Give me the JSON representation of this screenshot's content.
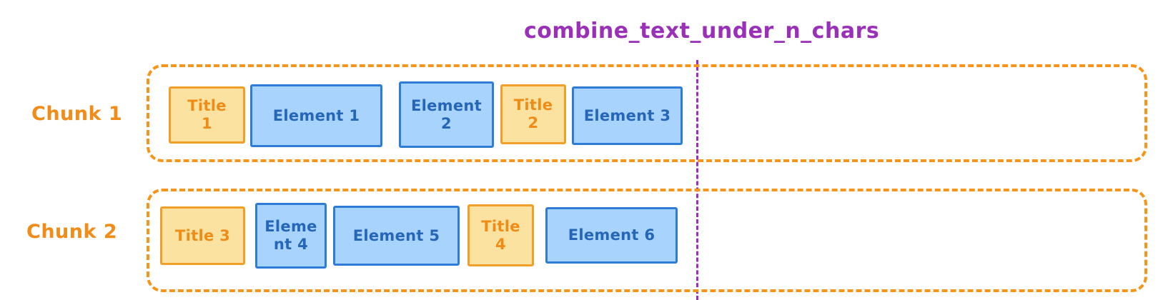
{
  "diagram": {
    "title": "combine_text_under_n_chars",
    "threshold_line_color": "#9B30B8",
    "colors": {
      "title_box_fill": "#FBE2A0",
      "title_box_border": "#F0A028",
      "title_box_text": "#EF8C18",
      "element_box_fill": "#A7D3FC",
      "element_box_border": "#2E7CD6",
      "element_box_text": "#2566B8",
      "chunk_border": "#F59519",
      "chunk_label_text": "#F08C17",
      "background": "#ffffff"
    },
    "chunks": [
      {
        "label": "Chunk 1",
        "boxes": [
          {
            "type": "title",
            "text": "Title\n1"
          },
          {
            "type": "element",
            "text": "Element 1"
          },
          {
            "type": "element",
            "text": "Element\n2"
          },
          {
            "type": "title",
            "text": "Title\n2"
          },
          {
            "type": "element",
            "text": "Element 3"
          }
        ]
      },
      {
        "label": "Chunk 2",
        "boxes": [
          {
            "type": "title",
            "text": "Title 3"
          },
          {
            "type": "element",
            "text": "Eleme\nnt 4"
          },
          {
            "type": "element",
            "text": "Element 5"
          },
          {
            "type": "title",
            "text": "Title\n4"
          },
          {
            "type": "element",
            "text": "Element 6"
          }
        ]
      }
    ]
  }
}
